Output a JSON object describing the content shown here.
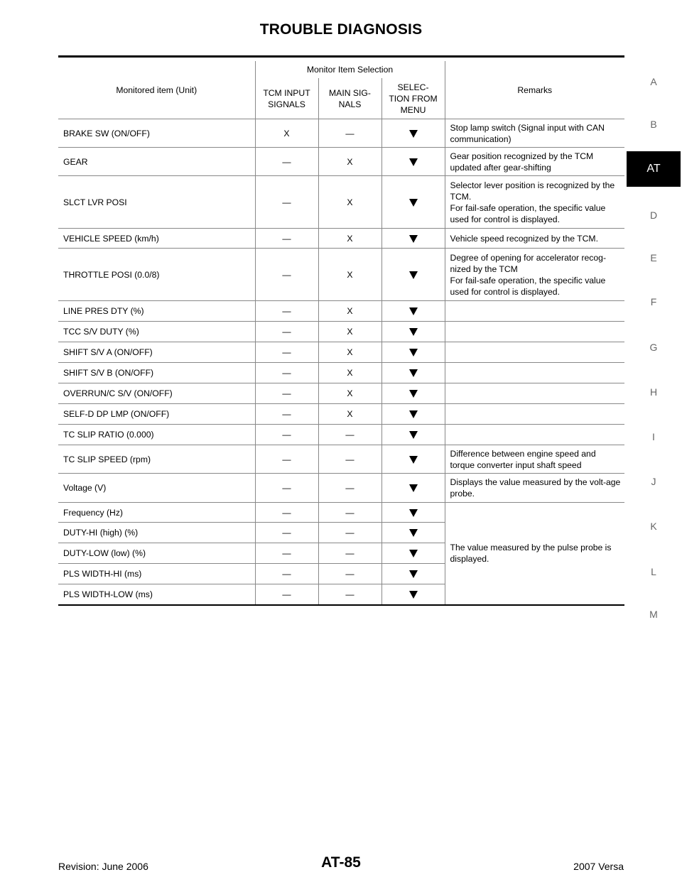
{
  "header": {
    "title": "TROUBLE DIAGNOSIS"
  },
  "table": {
    "headers": {
      "monitored_item": "Monitored item (Unit)",
      "monitor_item_selection": "Monitor Item Selection",
      "tcm_input_signals": "TCM INPUT SIGNALS",
      "main_signals": "MAIN SIG-NALS",
      "selection_from_menu": "SELEC-TION FROM MENU",
      "remarks": "Remarks"
    },
    "rows": [
      {
        "item": "BRAKE SW (ON/OFF)",
        "tcm": "X",
        "main": "—",
        "remarks": "Stop lamp switch (Signal input with CAN communication)"
      },
      {
        "item": "GEAR",
        "tcm": "—",
        "main": "X",
        "remarks": "Gear position recognized by the TCM updated after gear-shifting"
      },
      {
        "item": "SLCT LVR POSI",
        "tcm": "—",
        "main": "X",
        "remarks": "Selector lever position is recognized by the TCM.\nFor fail-safe operation, the specific value used for control is displayed."
      },
      {
        "item": "VEHICLE SPEED (km/h)",
        "tcm": "—",
        "main": "X",
        "remarks": "Vehicle speed recognized by the TCM."
      },
      {
        "item": "THROTTLE POSI (0.0/8)",
        "tcm": "—",
        "main": "X",
        "remarks": "Degree of opening for accelerator recog-nized by the TCM\nFor fail-safe operation, the specific value used for control is displayed."
      },
      {
        "item": "LINE PRES DTY (%)",
        "tcm": "—",
        "main": "X",
        "remarks": ""
      },
      {
        "item": "TCC S/V DUTY (%)",
        "tcm": "—",
        "main": "X",
        "remarks": ""
      },
      {
        "item": "SHIFT S/V A (ON/OFF)",
        "tcm": "—",
        "main": "X",
        "remarks": ""
      },
      {
        "item": "SHIFT S/V B (ON/OFF)",
        "tcm": "—",
        "main": "X",
        "remarks": ""
      },
      {
        "item": "OVERRUN/C S/V (ON/OFF)",
        "tcm": "—",
        "main": "X",
        "remarks": ""
      },
      {
        "item": "SELF-D DP LMP (ON/OFF)",
        "tcm": "—",
        "main": "X",
        "remarks": ""
      },
      {
        "item": "TC SLIP RATIO (0.000)",
        "tcm": "—",
        "main": "—",
        "remarks": ""
      },
      {
        "item": "TC SLIP SPEED (rpm)",
        "tcm": "—",
        "main": "—",
        "remarks": "Difference between engine speed and torque converter input shaft speed"
      },
      {
        "item": "Voltage (V)",
        "tcm": "—",
        "main": "—",
        "remarks": "Displays the value measured by the volt-age probe."
      },
      {
        "item": "Frequency (Hz)",
        "tcm": "—",
        "main": "—",
        "remarks": "The value measured by the pulse probe is displayed."
      },
      {
        "item": "DUTY-HI (high) (%)",
        "tcm": "—",
        "main": "—"
      },
      {
        "item": "DUTY-LOW (low) (%)",
        "tcm": "—",
        "main": "—"
      },
      {
        "item": "PLS WIDTH-HI (ms)",
        "tcm": "—",
        "main": "—"
      },
      {
        "item": "PLS WIDTH-LOW (ms)",
        "tcm": "—",
        "main": "—"
      }
    ],
    "selection_icon": "black-down-triangle-icon"
  },
  "side_index": {
    "letters": [
      "A",
      "B",
      "AT",
      "D",
      "E",
      "F",
      "G",
      "H",
      "I",
      "J",
      "K",
      "L",
      "M"
    ],
    "active": "AT"
  },
  "footer": {
    "left": "Revision: June 2006",
    "page": "AT-85",
    "right": "2007 Versa"
  }
}
